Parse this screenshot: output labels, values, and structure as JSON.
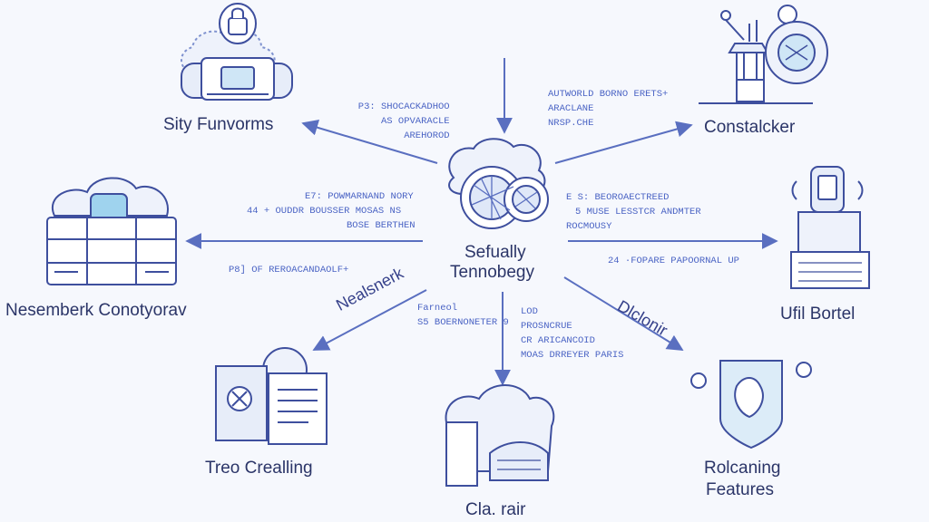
{
  "center": {
    "line1": "Sefually",
    "line2": "Tennobegy"
  },
  "nodes": {
    "top_left": "Sity Funvorms",
    "top_right": "Constalcker",
    "mid_left": "Nesemberk Conotyorav",
    "mid_right": "Ufil Bortel",
    "bottom_left": "Treo Crealling",
    "bottom_center": "Cla. rair",
    "bottom_right_line1": "Rolcaning",
    "bottom_right_line2": "Features"
  },
  "edge_notes": {
    "top_left": [
      "P3: SHOCACKADHOO",
      "AS OPVARACLE",
      "AREHOROD"
    ],
    "top_right": [
      "AUTWORLD BORNO ERETS+",
      "ARACLANE",
      "NRSP.CHE"
    ],
    "mid_left": [
      "E7: POWMARNAND NORY",
      "44 + OUDDR BOUSSER MOSAS NS",
      "BOSE BERTHEN"
    ],
    "mid_right": [
      "E S: BEOROAECTREED",
      "5 MUSE LESSTCR ANDMTER",
      "ROCMOUSY"
    ],
    "left_lower": "P8] OF REROACANDAOLF+",
    "right_lower": "24 ·FOPARE PAPOORNAL UP",
    "bottom_mid_left": [
      "Farneol",
      "S5 BOERNONETER 9"
    ],
    "bottom_mid_right": [
      "LOD",
      "PROSNCRUE",
      "CR ARICANCOID",
      "MOAS DRREYER PARIS"
    ]
  },
  "edge_labels": {
    "left": "Nealsnerk",
    "right": "Dlclonir"
  },
  "colors": {
    "line": "#5a6fc0",
    "accent": "#8fc8ea",
    "text": "#2b3568",
    "note": "#4a63c4"
  },
  "icons": [
    "lock-server-icon",
    "robot-arm-icon",
    "cloud-server-icon",
    "printer-terminal-icon",
    "documents-icon",
    "cloud-book-icon",
    "shield-icon",
    "brain-cloud-icon"
  ]
}
